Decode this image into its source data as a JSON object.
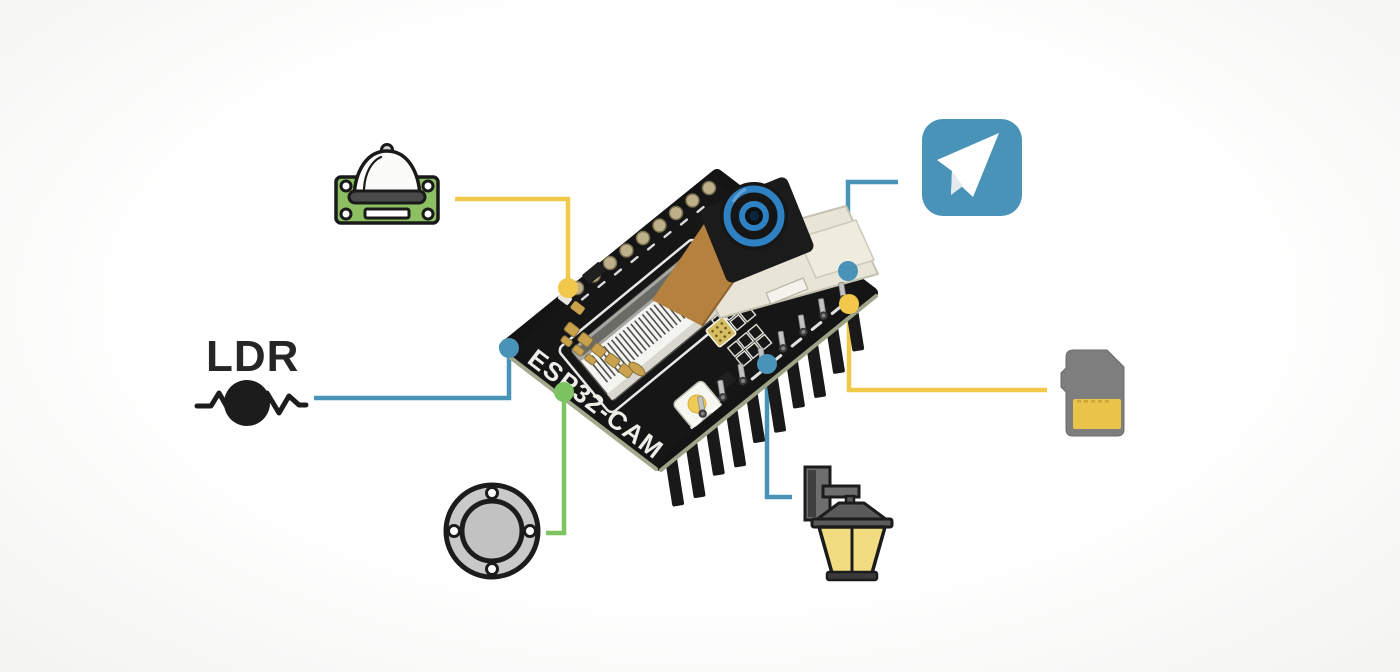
{
  "diagram": {
    "type": "iot-wiring-diagram",
    "board": {
      "silkscreen_label": "ESP32-CAM"
    },
    "sensor_label": "LDR",
    "colors": {
      "wire_blue": "#4a93b8",
      "wire_yellow": "#f2c84b",
      "wire_green": "#7cc462",
      "board_black": "#161616",
      "board_edge_olive": "#a3a98c",
      "telegram_blue": "#4a93b8",
      "bell_plate_green": "#8cc063",
      "lantern_glass_yellow": "#f2dc82",
      "sd_body_gray": "#7e7e7e",
      "sd_label_yellow": "#e8c54a",
      "buzzer_gray": "#c9c9c9",
      "camera_lens_blue": "#2e82c4",
      "ribbon_tan": "#b5813f",
      "gold_pad": "#c9a24b"
    },
    "nodes": [
      {
        "id": "doorbell-chime",
        "icon": "doorbell-chime-icon",
        "wire_color_key": "wire_yellow"
      },
      {
        "id": "telegram",
        "icon": "telegram-icon",
        "wire_color_key": "wire_blue"
      },
      {
        "id": "ldr-sensor",
        "icon": "ldr-symbol",
        "label": "LDR",
        "wire_color_key": "wire_blue"
      },
      {
        "id": "sd-card",
        "icon": "sd-card-icon",
        "wire_color_key": "wire_yellow"
      },
      {
        "id": "buzzer-disc",
        "icon": "buzzer-disc-icon",
        "wire_color_key": "wire_green"
      },
      {
        "id": "wall-lantern",
        "icon": "wall-lantern-icon",
        "wire_color_key": "wire_blue"
      }
    ]
  }
}
